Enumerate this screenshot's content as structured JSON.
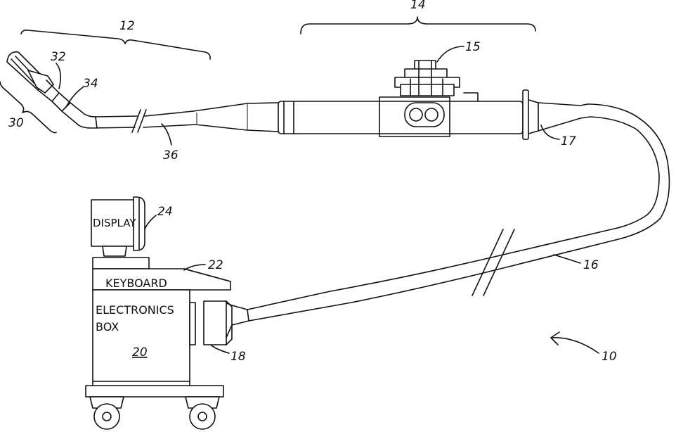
{
  "labels": {
    "display": "DISPLAY",
    "keyboard": "KEYBOARD",
    "electronics_line1": "ELECTRONICS",
    "electronics_line2": "BOX"
  },
  "refs": {
    "r10": "10",
    "r12": "12",
    "r14": "14",
    "r15": "15",
    "r16": "16",
    "r17": "17",
    "r18": "18",
    "r20": "20",
    "r22": "22",
    "r24": "24",
    "r30": "30",
    "r32": "32",
    "r34": "34",
    "r36": "36"
  }
}
